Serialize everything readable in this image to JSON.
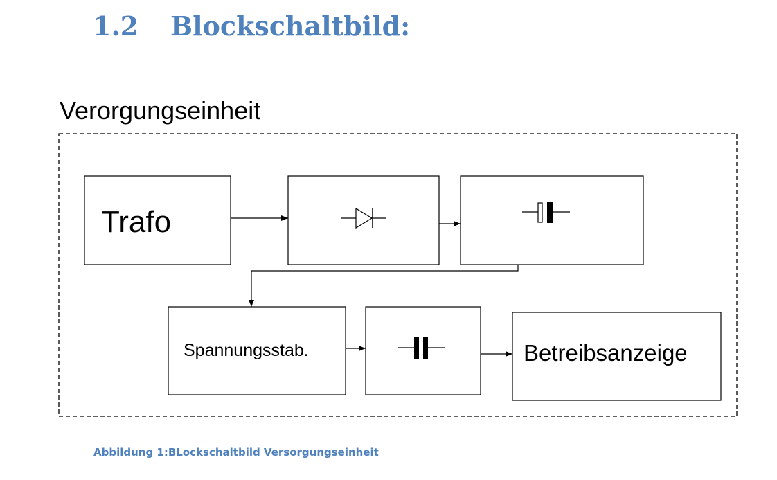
{
  "heading": {
    "number": "1.2",
    "title": "Blockschaltbild:"
  },
  "diagram": {
    "group_label": "Verorgungseinheit",
    "blocks": {
      "transformer": "Trafo",
      "rectifier": "",
      "smoothing": "",
      "regulator": "Spannungsstab.",
      "output_capacitor": "",
      "indicator": "Betreibsanzeige"
    },
    "symbols": {
      "rectifier": "diode-icon",
      "smoothing": "polarized-capacitor-icon",
      "output_capacitor": "capacitor-icon"
    },
    "colors": {
      "line": "#000000"
    }
  },
  "caption": "Abbildung 1:BLockschaltbild Versorgungseinheit",
  "colors": {
    "accent": "#4f81bd"
  }
}
